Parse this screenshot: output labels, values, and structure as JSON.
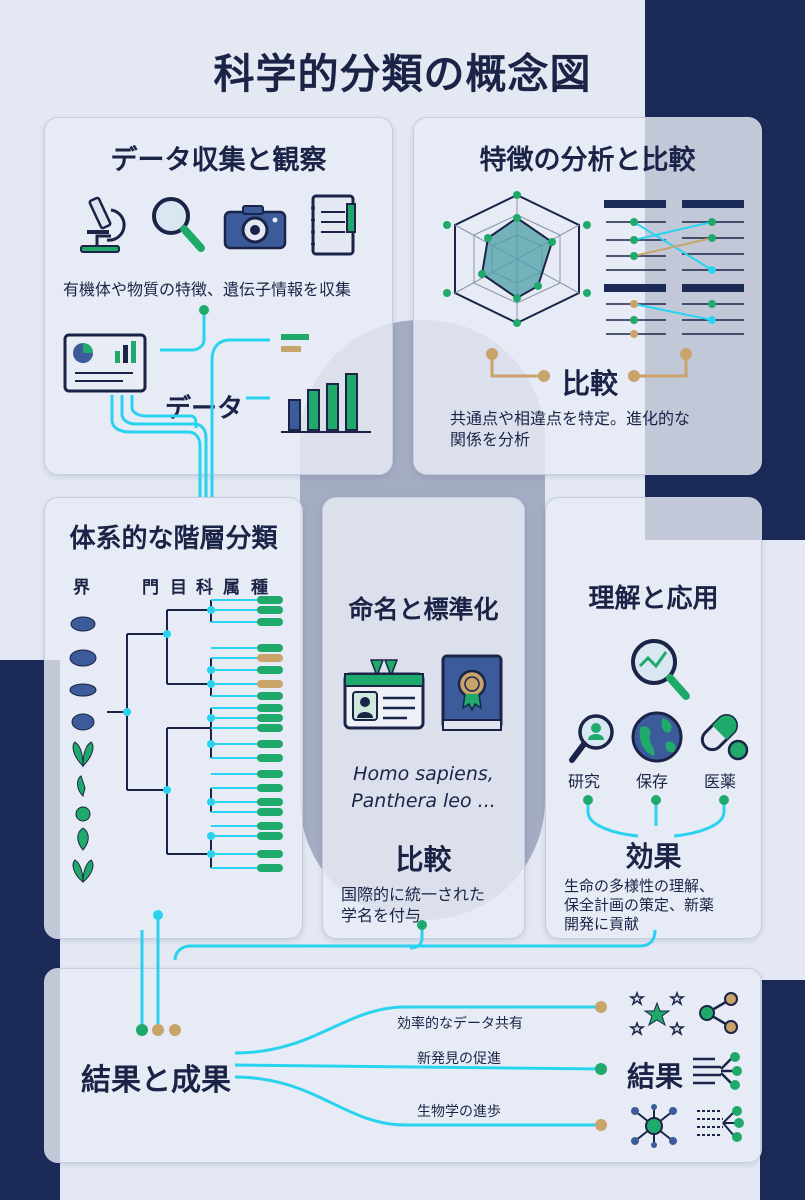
{
  "title": "科学的分類の概念図",
  "panels": {
    "data_collection": {
      "title": "データ収集と観察",
      "description": "有機体や物質の特徴、遺伝子情報を収集",
      "data_label": "データ",
      "icons": [
        "microscope-icon",
        "magnifier-icon",
        "camera-icon",
        "notebook-icon"
      ]
    },
    "feature_analysis": {
      "title": "特徴の分析と比較",
      "compare_label": "比較",
      "description_line1": "共通点や相違点を特定。進化的な",
      "description_line2": "関係を分析"
    },
    "hierarchy": {
      "title": "体系的な階層分類",
      "ranks": [
        "界",
        "門",
        "目",
        "科",
        "属",
        "種"
      ]
    },
    "naming": {
      "title": "命名と標準化",
      "example_line1": "Homo sapiens,",
      "example_line2": "Panthera leo ...",
      "compare_label": "比較",
      "description_line1": "国際的に統一された",
      "description_line2": "学名を付与"
    },
    "application": {
      "title": "理解と応用",
      "items": [
        "研究",
        "保存",
        "医薬"
      ],
      "effect_label": "効果",
      "description_line1": "生命の多様性の理解、",
      "description_line2": "保全計画の策定、新薬",
      "description_line3": "開発に貢献"
    },
    "results": {
      "title": "結果と成果",
      "branches": [
        "効率的なデータ共有",
        "新発見の促進",
        "生物学の進歩"
      ],
      "result_label": "結果"
    }
  },
  "colors": {
    "navy": "#1c2a58",
    "cyan": "#29d3f0",
    "green": "#1faa6b",
    "tan": "#c8a46a",
    "teal": "#4c9fa6"
  }
}
